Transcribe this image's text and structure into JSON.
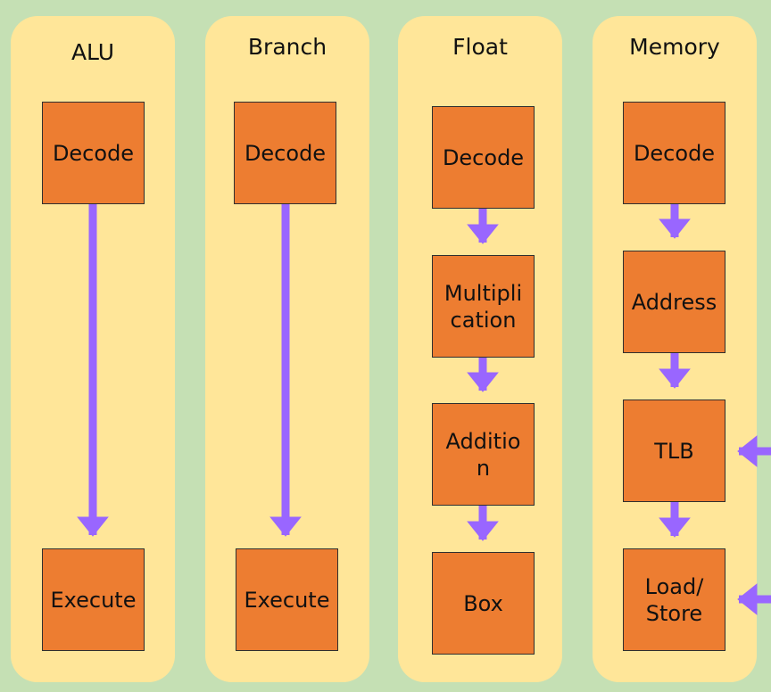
{
  "lanes": [
    {
      "title": "ALU"
    },
    {
      "title": "Branch"
    },
    {
      "title": "Float"
    },
    {
      "title": "Memory"
    }
  ],
  "blocks": {
    "alu_decode": "Decode",
    "alu_execute": "Execute",
    "branch_decode": "Decode",
    "branch_execute": "Execute",
    "float_decode": "Decode",
    "float_multiplication": "Multipli\ncation",
    "float_addition": "Additio\nn",
    "float_box": "Box",
    "memory_decode": "Decode",
    "memory_address": "Address",
    "memory_tlb": "TLB",
    "memory_loadstore": "Load/\nStore"
  },
  "colors": {
    "background": "#c5e0b4",
    "lane": "#ffe699",
    "block": "#ed7d31",
    "arrow": "#9966ff"
  }
}
